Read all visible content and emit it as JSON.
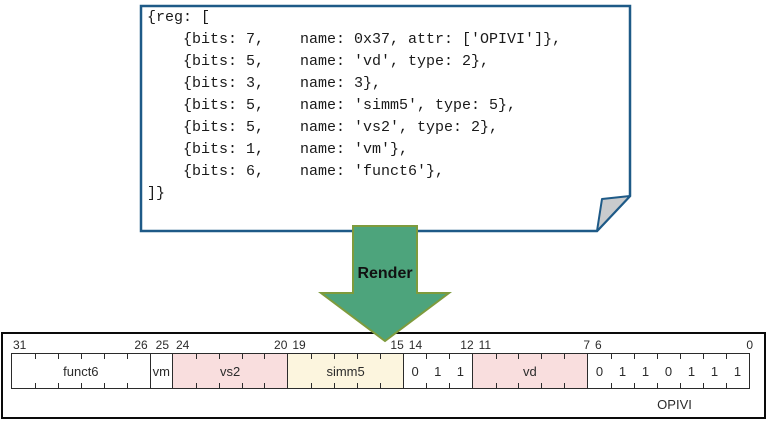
{
  "note": {
    "code_lines": [
      "{reg: [",
      "    {bits: 7,    name: 0x37, attr: ['OPIVI']},",
      "    {bits: 5,    name: 'vd', type: 2},",
      "    {bits: 3,    name: 3},",
      "    {bits: 5,    name: 'simm5', type: 5},",
      "    {bits: 5,    name: 'vs2', type: 2},",
      "    {bits: 1,    name: 'vm'},",
      "    {bits: 6,    name: 'funct6'},",
      "]}"
    ],
    "border_color": "#1E5A87",
    "fold_color": "#C9CBCD"
  },
  "arrow": {
    "label": "Render",
    "fill": "#4DA47C",
    "stroke": "#7E9B3D"
  },
  "register": {
    "total_bits": 32,
    "attr_label": "OPIVI",
    "colors": {
      "plain": "#FFFFFF",
      "type2_pink": "#F9DEDE",
      "type5_cream": "#FCF5DE"
    },
    "fields": [
      {
        "name": "funct6",
        "msb": 31,
        "lsb": 26,
        "bits": 6,
        "fill": "#FFFFFF"
      },
      {
        "name": "vm",
        "msb": 25,
        "lsb": 25,
        "bits": 1,
        "fill": "#FFFFFF"
      },
      {
        "name": "vs2",
        "msb": 24,
        "lsb": 20,
        "bits": 5,
        "fill": "#F9DEDE"
      },
      {
        "name": "simm5",
        "msb": 19,
        "lsb": 15,
        "bits": 5,
        "fill": "#FCF5DE"
      },
      {
        "name": "",
        "msb": 14,
        "lsb": 12,
        "bits": 3,
        "fill": "#FFFFFF",
        "bit_values": [
          "0",
          "1",
          "1"
        ]
      },
      {
        "name": "vd",
        "msb": 11,
        "lsb": 7,
        "bits": 5,
        "fill": "#F9DEDE"
      },
      {
        "name": "",
        "msb": 6,
        "lsb": 0,
        "bits": 7,
        "fill": "#FFFFFF",
        "bit_values": [
          "0",
          "1",
          "1",
          "0",
          "1",
          "1",
          "1"
        ],
        "attr": "OPIVI"
      }
    ]
  }
}
